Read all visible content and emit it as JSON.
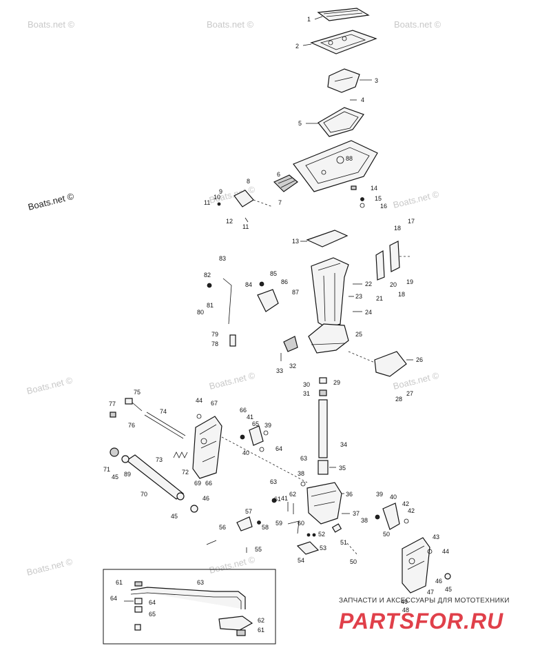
{
  "watermarks": {
    "boats_net": "Boats.net ©",
    "shop_caption": "ЗАПЧАСТИ И АКСЕССУАРЫ ДЛЯ МОТОТЕХНИКИ",
    "shop_brand": "PARTSFOR.RU"
  },
  "part_numbers": {
    "p1": "1",
    "p2": "2",
    "p3": "3",
    "p4": "4",
    "p5": "5",
    "p6": "6",
    "p7": "7",
    "p8": "8",
    "p9": "9",
    "p10": "10",
    "p11a": "11",
    "p11b": "11",
    "p12": "12",
    "p13": "13",
    "p14": "14",
    "p15": "15",
    "p16": "16",
    "p17": "17",
    "p18a": "18",
    "p18b": "18",
    "p19": "19",
    "p20": "20",
    "p21": "21",
    "p22": "22",
    "p23": "23",
    "p24": "24",
    "p25": "25",
    "p26": "26",
    "p27": "27",
    "p28": "28",
    "p29": "29",
    "p30": "30",
    "p31": "31",
    "p32": "32",
    "p33": "33",
    "p34": "34",
    "p35": "35",
    "p36": "36",
    "p37": "37",
    "p38a": "38",
    "p38b": "38",
    "p39a": "39",
    "p39b": "39",
    "p40a": "40",
    "p40b": "40",
    "p41": "41",
    "p42": "42",
    "p43": "43",
    "p44a": "44",
    "p44b": "44",
    "p45a": "45",
    "p45b": "45",
    "p46a": "46",
    "p46b": "46",
    "p47": "47",
    "p48": "48",
    "p49": "49",
    "p50a": "50",
    "p50b": "50",
    "p51": "51",
    "p52": "52",
    "p53": "53",
    "p54": "54",
    "p55": "55",
    "p56": "56",
    "p57": "57",
    "p58": "58",
    "p59": "59",
    "p60": "60",
    "p61a": "61",
    "p61b": "61",
    "p61c": "61",
    "p62a": "62",
    "p62b": "62",
    "p63a": "63",
    "p63b": "63",
    "p63c": "63",
    "p64a": "64",
    "p64b": "64",
    "p64c": "64",
    "p65a": "65",
    "p65b": "65",
    "p66a": "66",
    "p66b": "66",
    "p67": "67",
    "p69": "69",
    "p70": "70",
    "p71": "71",
    "p72": "72",
    "p73": "73",
    "p74": "74",
    "p75": "75",
    "p76": "76",
    "p77": "77",
    "p78": "78",
    "p79": "79",
    "p80": "80",
    "p81": "81",
    "p82": "82",
    "p83": "83",
    "p84": "84",
    "p85": "85",
    "p86": "86",
    "p87": "87",
    "p88": "88",
    "p89": "89"
  }
}
